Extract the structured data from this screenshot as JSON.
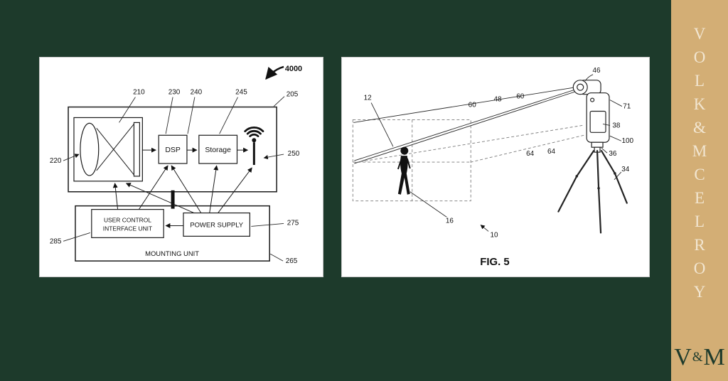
{
  "theme": {
    "background": "#1d3a2b",
    "sidebar_bg": "#d3ae75",
    "panel_bg": "#ffffff",
    "ink": "#1a1a1a"
  },
  "sidebar": {
    "letters": [
      "V",
      "O",
      "L",
      "K",
      "&",
      "M",
      "C",
      "E",
      "L",
      "R",
      "O",
      "Y"
    ],
    "monogram": {
      "v": "V",
      "amp": "&",
      "m": "M"
    }
  },
  "fig4": {
    "system_ref": "4000",
    "blocks": {
      "dsp": "DSP",
      "storage": "Storage",
      "ucif_line1": "USER CONTROL",
      "ucif_line2": "INTERFACE UNIT",
      "power": "POWER SUPPLY",
      "mounting": "MOUNTING UNIT"
    },
    "refs": {
      "lens_assembly": "210",
      "dsp": "230",
      "dsp_link": "240",
      "storage": "245",
      "housing": "205",
      "lens": "220",
      "antenna": "250",
      "power": "275",
      "ucif": "285",
      "mounting": "265"
    }
  },
  "fig5": {
    "caption": "FIG. 5",
    "refs": {
      "camera_top": "46",
      "target_grid": "12",
      "fov_upper": "60",
      "fov_center": "48",
      "fov_lower": "60",
      "camera_body": "71",
      "display": "38",
      "unit": "100",
      "axis_left": "64",
      "axis_right": "64",
      "mount": "36",
      "tripod": "34",
      "person": "16",
      "scene": "10"
    }
  }
}
